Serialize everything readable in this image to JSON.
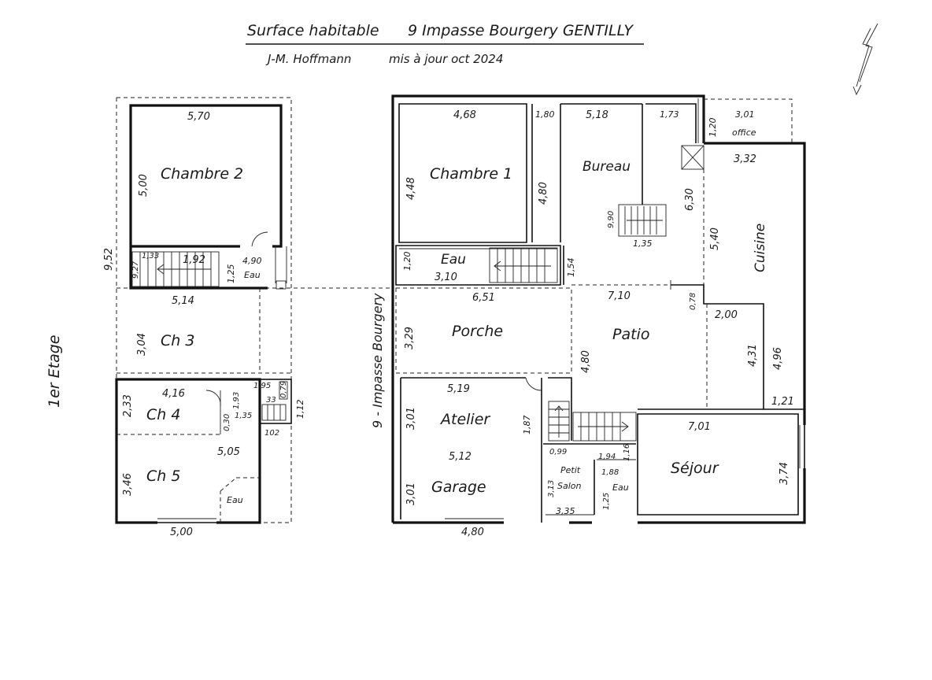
{
  "header": {
    "title": "Surface habitable",
    "address": "9 Impasse Bourgery GENTILLY",
    "author": "J-M. Hoffmann",
    "updated": "mis à jour oct 2024"
  },
  "north_arrow": {
    "icon": "north-arrow-icon"
  },
  "side_labels": {
    "floor": "1er Etage",
    "street": "9 - Impasse Bourgery"
  },
  "upper_floor": {
    "rooms": {
      "chambre2": "Chambre 2",
      "eau": "Eau",
      "ch3": "Ch 3",
      "ch4": "Ch 4",
      "ch5": "Ch 5",
      "eau2": "Eau"
    },
    "dims": {
      "c2_w": "5,70",
      "c2_h": "5,00",
      "overall_h": "9,52",
      "stair_a": "1,33",
      "stair_b": "1,92",
      "stair_c": "9,27",
      "d125": "1,25",
      "d490": "4,90",
      "ch3_w": "5,14",
      "ch3_h": "3,04",
      "ch4_w": "4,16",
      "ch4_h": "2,33",
      "d193": "1,93",
      "d030": "0,30",
      "d135": "1,35",
      "d195": "1,95",
      "d033": "33",
      "d079": "0,79",
      "d102": "102",
      "d112": "1,12",
      "ch5_w": "5,05",
      "ch5_h": "3,46",
      "bottom": "5,00"
    }
  },
  "ground_floor": {
    "rooms": {
      "chambre1": "Chambre 1",
      "bureau": "Bureau",
      "office": "office",
      "cuisine": "Cuisine",
      "eau": "Eau",
      "porche": "Porche",
      "patio": "Patio",
      "atelier": "Atelier",
      "garage": "Garage",
      "petit": "Petit",
      "salon": "Salon",
      "eau2": "Eau",
      "sejour": "Séjour"
    },
    "dims": {
      "c1_w": "4,68",
      "c1_h": "4,48",
      "d180": "1,80",
      "d480a": "4,80",
      "bur_w": "5,18",
      "d173": "1,73",
      "d120a": "1,20",
      "office_w": "3,01",
      "cuis_w": "3,32",
      "d630": "6,30",
      "d540": "5,40",
      "d990": "9,90",
      "d135": "1,35",
      "eau_h": "1,20",
      "eau_w": "3,10",
      "d154": "1,54",
      "porche_w": "6,51",
      "porche_h": "3,29",
      "patio_w": "7,10",
      "d078": "0,78",
      "d200": "2,00",
      "d431": "4,31",
      "d496": "4,96",
      "d480b": "4,80",
      "d121": "1,21",
      "at_w": "5,19",
      "at_h": "3,01",
      "gar_w": "5,12",
      "gar_h": "3,01",
      "d187": "1,87",
      "d099": "0,99",
      "d313": "3,13",
      "d335": "3,35",
      "d194": "1,94",
      "d116": "1,16",
      "d188": "1,88",
      "d125": "1,25",
      "sej_w": "7,01",
      "sej_h": "3,74",
      "bottom": "4,80"
    }
  }
}
